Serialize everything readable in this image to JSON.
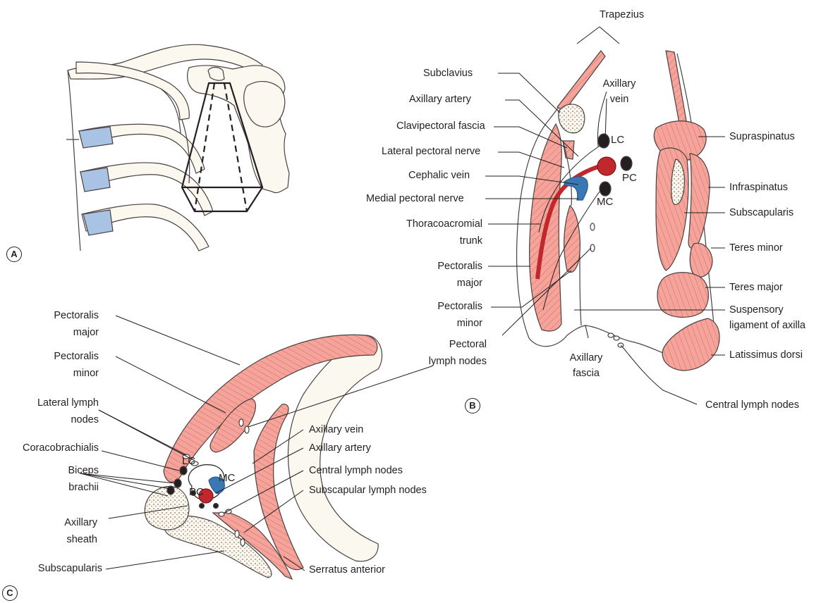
{
  "panels": {
    "a": "A",
    "b": "B",
    "c": "C"
  },
  "panel_b": {
    "trapezius": "Trapezius",
    "subclavius": "Subclavius",
    "axillary_artery": "Axillary artery",
    "clavipectoral_fascia": "Clavipectoral fascia",
    "lateral_pectoral_nerve": "Lateral pectoral nerve",
    "cephalic_vein": "Cephalic vein",
    "medial_pectoral_nerve": "Medial pectoral nerve",
    "thoracoacromial_1": "Thoracoacromial",
    "thoracoacromial_2": "trunk",
    "pectoralis_major_1": "Pectoralis",
    "pectoralis_major_2": "major",
    "pectoralis_minor_1": "Pectoralis",
    "pectoralis_minor_2": "minor",
    "pectoral_nodes_1": "Pectoral",
    "pectoral_nodes_2": "lymph nodes",
    "axillary_vein_1": "Axillary",
    "axillary_vein_2": "vein",
    "axillary_fascia_1": "Axillary",
    "axillary_fascia_2": "fascia",
    "supraspinatus": "Supraspinatus",
    "infraspinatus": "Infraspinatus",
    "subscapularis": "Subscapularis",
    "teres_minor": "Teres minor",
    "teres_major": "Teres major",
    "suspensory_1": "Suspensory",
    "suspensory_2": "ligament of axilla",
    "latissimus": "Latissimus dorsi",
    "central_nodes": "Central lymph nodes",
    "lc": "LC",
    "pc": "PC",
    "mc": "MC"
  },
  "panel_c": {
    "pectoralis_major_1": "Pectoralis",
    "pectoralis_major_2": "major",
    "pectoralis_minor_1": "Pectoralis",
    "pectoralis_minor_2": "minor",
    "lateral_nodes_1": "Lateral lymph",
    "lateral_nodes_2": "nodes",
    "coracobrachialis": "Coracobrachialis",
    "biceps_1": "Biceps",
    "biceps_2": "brachii",
    "sheath_1": "Axillary",
    "sheath_2": "sheath",
    "subscapularis": "Subscapularis",
    "axillary_vein": "Axillary vein",
    "axillary_artery": "Axillary artery",
    "central_nodes": "Central lymph nodes",
    "subscapular_nodes": "Subscapular lymph nodes",
    "serratus": "Serratus anterior",
    "lc": "LC",
    "mc": "MC",
    "pc": "PC"
  },
  "colors": {
    "muscle": "#f4a49a",
    "muscle_stripe": "#d9675c",
    "artery": "#c0282e",
    "vein": "#3a78b5",
    "cartilage": "#a9c3e4",
    "bone": "#fbf8ef"
  }
}
